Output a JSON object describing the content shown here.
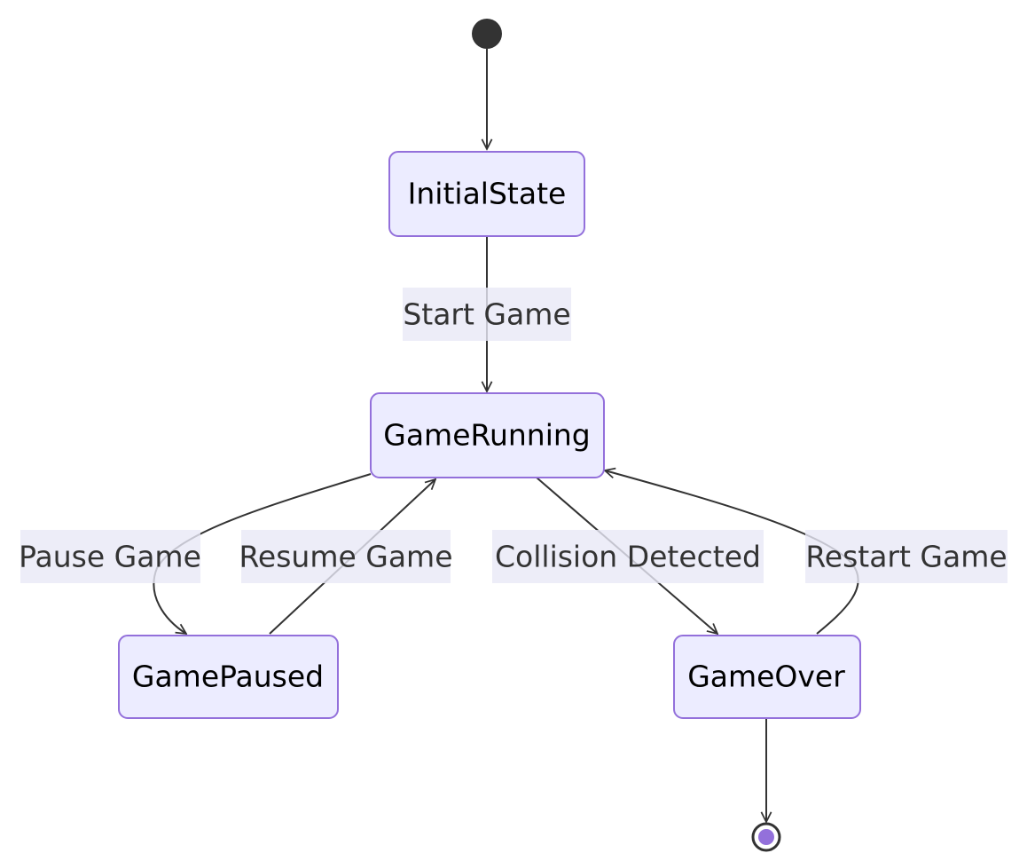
{
  "states": {
    "initial": "InitialState",
    "running": "GameRunning",
    "paused": "GamePaused",
    "over": "GameOver"
  },
  "transitions": {
    "start": "Start Game",
    "pause": "Pause Game",
    "resume": "Resume Game",
    "collision": "Collision Detected",
    "restart": "Restart Game"
  },
  "colors": {
    "node_fill": "#ECECFF",
    "node_stroke": "#9370DB",
    "edge": "#333333",
    "label_background": "#E8E8F6",
    "end_marker": "#9370DB"
  }
}
